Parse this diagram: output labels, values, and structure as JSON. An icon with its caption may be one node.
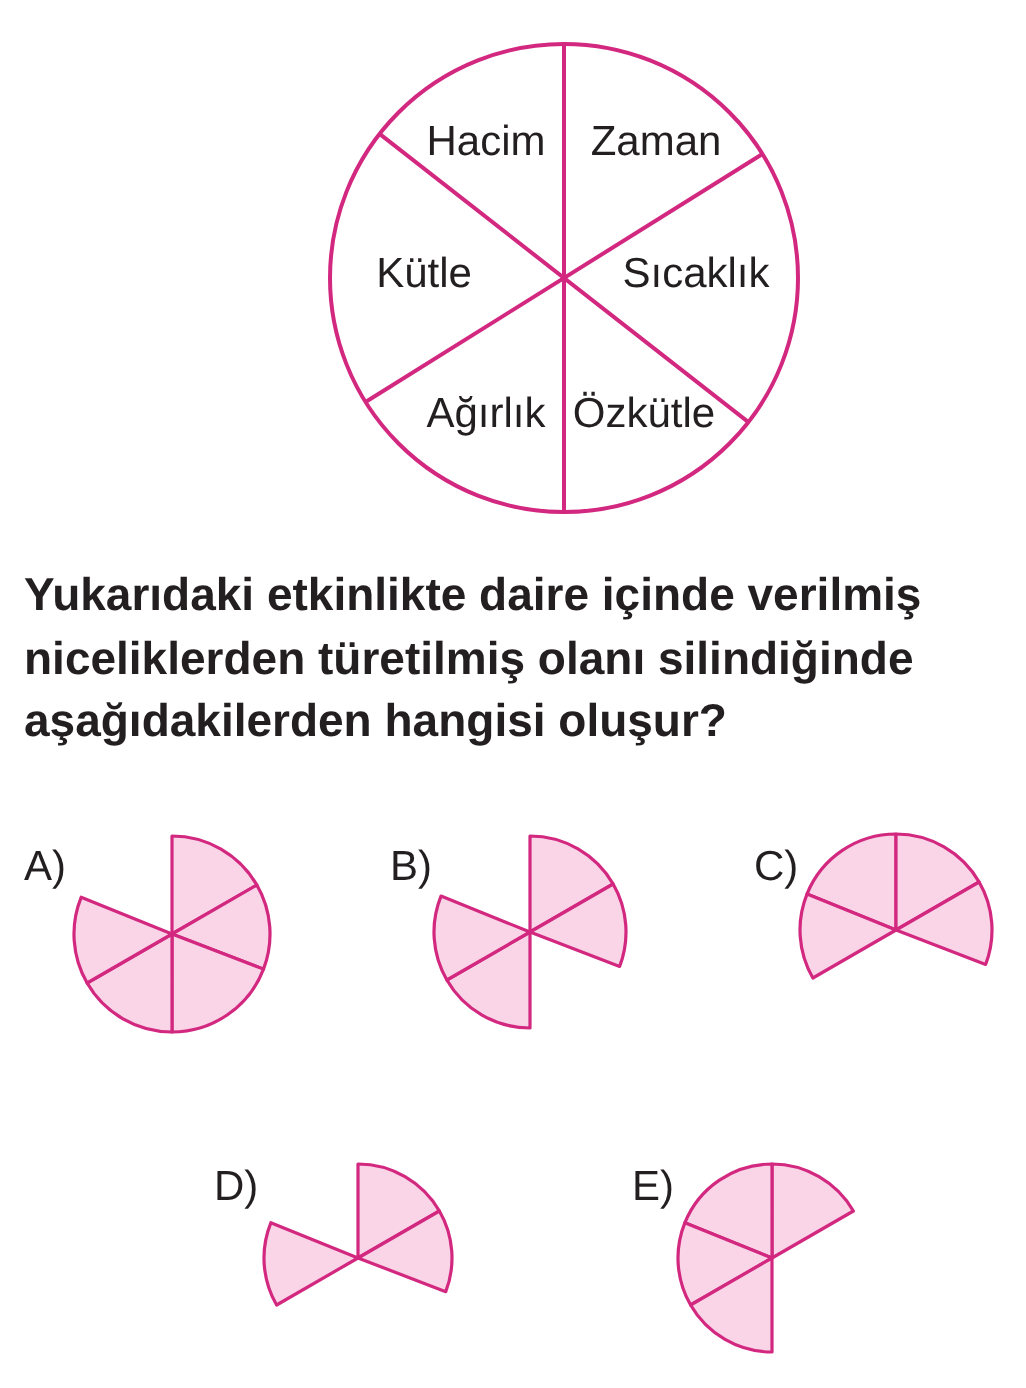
{
  "diagram": {
    "nodes": [
      {
        "text": [],
        "shape": "circle"
      },
      {
        "text": [
          "Hacim"
        ],
        "in": 0
      },
      {
        "text": [
          "Zaman"
        ],
        "in": 0
      },
      {
        "text": [
          "Kütle"
        ],
        "in": 0
      },
      {
        "text": [
          "Sıcaklık"
        ],
        "in": 0
      },
      {
        "text": [
          "Ağırlık"
        ],
        "in": 0
      },
      {
        "text": [
          "Özkütle"
        ],
        "in": 0
      }
    ],
    "labels": [
      "Yukarıdaki etkinlikte daire içinde verilmiş niceliklerden türetilmiş olanı silindiğinde aşağıdakilerden hangisi oluşur?",
      "A)",
      "B)",
      "C)",
      "D)",
      "E)"
    ]
  }
}
